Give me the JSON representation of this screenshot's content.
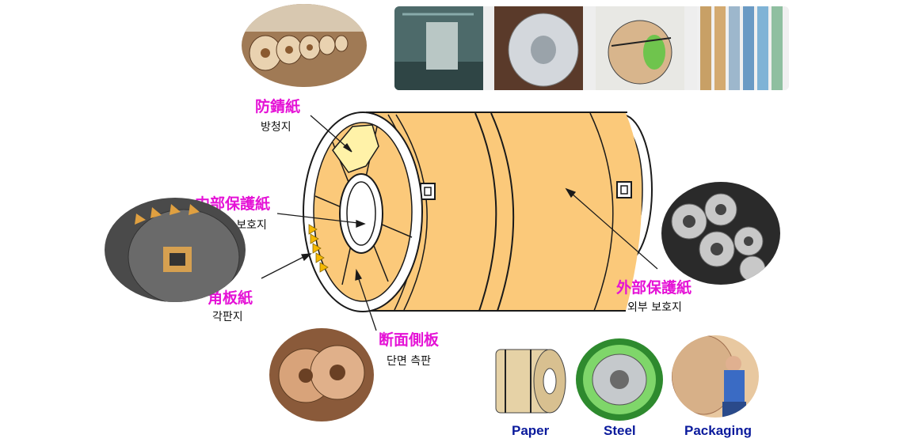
{
  "colors": {
    "label_magenta": "#e512d6",
    "caption_blue": "#0a1a9c",
    "coil_orange": "#fbc97a",
    "coil_outline": "#1a1a1a",
    "rust_paper": "#fff2a8",
    "corner_triangle": "#f5b800"
  },
  "labels": {
    "rust_proof_paper": {
      "jp": "防錆紙",
      "kr": "방청지"
    },
    "inner_protection_paper": {
      "jp": "内部保護紙",
      "kr": "내부 보호지"
    },
    "corner_board_paper": {
      "jp": "角板紙",
      "kr": "각판지"
    },
    "section_side_board": {
      "jp": "断面側板",
      "kr": "단면 측판"
    },
    "outer_protection_paper": {
      "jp": "外部保護紙",
      "kr": "외부 보호지"
    }
  },
  "captions": {
    "paper": "Paper",
    "steel": "Steel",
    "packaging": "Packaging"
  },
  "photos": {
    "rust_paper_photo": "coils-row-photo",
    "factory_strip": [
      "factory-photo",
      "wrapped-coil-photo",
      "strapped-coil-photo",
      "paper-tubes-photo"
    ],
    "outer_paper_photo": "stacked-coils-photo",
    "corner_board_photo": "corner-protector-photo",
    "side_board_photo": "side-board-photo",
    "paper_coil": "paper-coil-photo",
    "steel_coil": "steel-coil-photo",
    "packaging_worker": "packaging-worker-photo"
  }
}
